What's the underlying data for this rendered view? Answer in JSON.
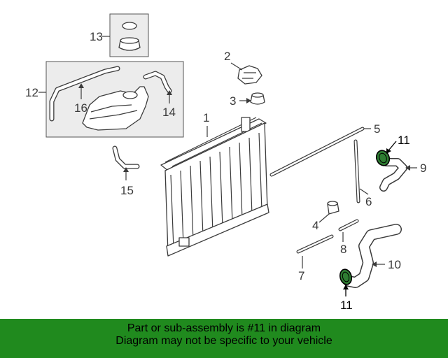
{
  "callouts": {
    "c1": "1",
    "c2": "2",
    "c3": "3",
    "c4": "4",
    "c5": "5",
    "c6": "6",
    "c7": "7",
    "c8": "8",
    "c9": "9",
    "c10": "10",
    "c11a": "11",
    "c11b": "11",
    "c12": "12",
    "c13": "13",
    "c14": "14",
    "c15": "15",
    "c16": "16"
  },
  "banner": {
    "line1": "Part or sub-assembly is #11 in diagram",
    "line2": "Diagram may not be specific to your vehicle"
  },
  "colors": {
    "banner_bg": "#208a1e",
    "highlight_part": "#2e7d32",
    "line": "#3b3b3b"
  }
}
